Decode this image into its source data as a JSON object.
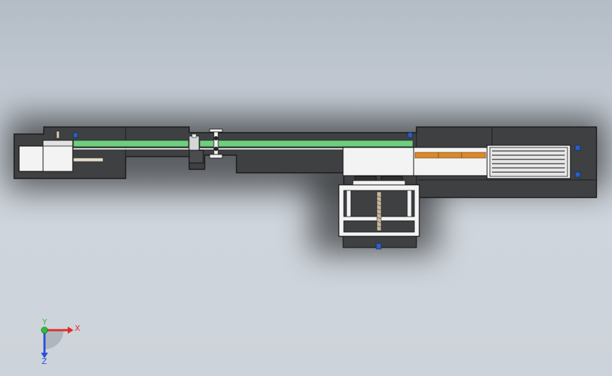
{
  "viewport": {
    "background_top": "#b4bcc6",
    "background_bottom": "#cdd3da"
  },
  "colors": {
    "housing": "#3e4042",
    "housing_edge": "#1a1b1c",
    "white_part": "#f3f3f3",
    "rail_green": "#6fcf7f",
    "belt_orange": "#d9892c",
    "fastener_blue": "#2a5fc4"
  },
  "triad": {
    "x_label": "X",
    "y_label": "Y",
    "z_label": "Z",
    "x_color": "#e02b2b",
    "y_color": "#2bbf3a",
    "z_color": "#2b4fd6"
  }
}
